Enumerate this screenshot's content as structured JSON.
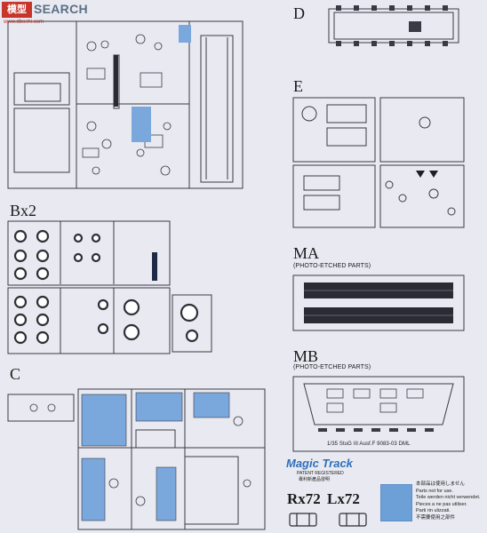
{
  "watermark": {
    "logo": "模型",
    "text": "SEARCH",
    "url": "www.dboshi.com"
  },
  "sprues": [
    {
      "key": "A",
      "label": ""
    },
    {
      "key": "B",
      "label": "Bx2"
    },
    {
      "key": "C",
      "label": "C"
    },
    {
      "key": "D",
      "label": "D"
    },
    {
      "key": "E",
      "label": "E"
    },
    {
      "key": "MA",
      "label": "MA",
      "sub": "(PHOTO-ETCHED PARTS)"
    },
    {
      "key": "MB",
      "label": "MB",
      "sub": "(PHOTO-ETCHED PARTS)"
    }
  ],
  "etched_text": "1/35 StuG III Ausf.F  9083-03  DML",
  "track": {
    "brand": "Magic Track",
    "patent": "PATENT REGISTERED",
    "patent_cn": "專利新產品發明",
    "right_count": "Rx72",
    "left_count": "Lx72"
  },
  "legend": {
    "color": "#6ea0d8",
    "lines": [
      "本部品は使用しません",
      "Parts not for use.",
      "Teile werden nicht verwendet.",
      "Pieces a ne pas utiliser.",
      "Parti rin ulizzati.",
      "不需要使用之部件"
    ]
  },
  "colors": {
    "sprue_line": "#3a3a44",
    "highlight": "#7aa8dd",
    "background": "#e9eaf1"
  }
}
